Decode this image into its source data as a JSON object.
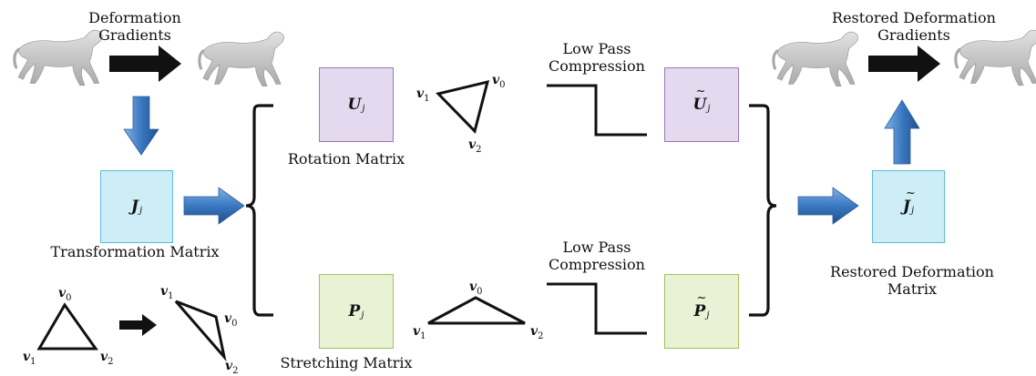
{
  "top_labels": {
    "deformation_gradients": "Deformation\nGradients",
    "low_pass_top": "Low Pass\nCompression",
    "restored_deformation_gradients": "Restored Deformation\nGradients"
  },
  "labels": {
    "rotation_matrix": "Rotation Matrix",
    "transformation_matrix": "Transformation Matrix",
    "low_pass_bottom": "Low Pass\nCompression",
    "restored_deformation_matrix": "Restored Deformation\nMatrix",
    "stretching_matrix": "Stretching Matrix"
  },
  "boxes": {
    "U": {
      "symbol": "U",
      "sub": "j",
      "tilde": false
    },
    "U_tilde": {
      "symbol": "U",
      "sub": "j",
      "tilde": true
    },
    "J": {
      "symbol": "J",
      "sub": "j",
      "tilde": false
    },
    "J_tilde": {
      "symbol": "J",
      "sub": "j",
      "tilde": true
    },
    "P": {
      "symbol": "P",
      "sub": "j",
      "tilde": false
    },
    "P_tilde": {
      "symbol": "P",
      "sub": "j",
      "tilde": true
    }
  },
  "vertex_labels": {
    "v0": "v",
    "v1": "v",
    "v2": "v",
    "sub0": "0",
    "sub1": "1",
    "sub2": "2"
  },
  "colors": {
    "purple_fill": "#e5d9ef",
    "purple_border": "#9a79b8",
    "cyan_fill": "#cdeef7",
    "cyan_border": "#5bbcd8",
    "green_fill": "#e9f2d4",
    "green_border": "#9fc15c",
    "blue_arrow": "#3f7fc1",
    "black_arrow": "#111111",
    "horse": "#c4c4c4"
  }
}
